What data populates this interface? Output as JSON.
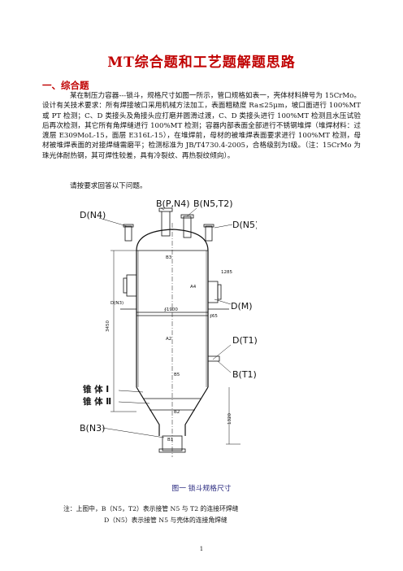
{
  "title": "MT综合题和工艺题解题思路",
  "section1": "一、综合题",
  "intro": "某在制压力容器---锁斗，规格尺寸如图一所示，管口规格如表一，壳体材料牌号为 15CrMo。设计有关技术要求：所有焊接坡口采用机械方法加工，表面粗糙度 Ra≤25μm，坡口面进行 100%MT 或 PT 检测；C、D 类接头及角接头应打磨并圆滑过渡，C、D 类接头进行 100%MT 检测且水压试验后再次检测，其它所有角焊缝进行 100%MT 检测；容器内部表面全部进行不锈钢堆焊（堆焊材料：过渡层 E309MoL-15，面层 E316L-15），在堆焊前，母材的被堆焊表面要求进行 100%MT 检测，母材被堆焊表面的对接焊缝需磨平；检测标准为 JB/T4730.4-2005，合格级别为Ⅰ级。（注：15CrMo 为珠光体耐热钢，其可焊性较差，具有冷裂纹、再热裂纹倾向）。",
  "request": "请按要求回答以下问题。",
  "figure": {
    "labels": {
      "dn4": "D(N4)",
      "bpn4": "B(P,N4)",
      "bn5t2": "B(N5,T2)",
      "dn5": "D(N5)",
      "dm": "D(M)",
      "dt1": "D(T1)",
      "bt1": "B(T1)",
      "cone1": "锥 体 Ⅰ",
      "cone2": "锥 体 Ⅱ",
      "bn3": "B(N3)",
      "dn3": "D(N3)",
      "b3": "B3",
      "a4": "A4",
      "a2": "A2",
      "b5": "B5",
      "b2": "B2",
      "b1": "B1",
      "phi1": "∮1900",
      "phi1b": "∮65",
      "dim_height": "3450",
      "dim_lower": "1320",
      "dim_side": "1285"
    }
  },
  "caption": "图一  锁斗规格尺寸",
  "note_line1": "注：上图中，B（N5，T2）表示接管 N5 与 T2 的连接环焊缝",
  "note_line2": "D（N5）表示接管 N5 与壳体的连接角焊缝",
  "page_number": "1"
}
